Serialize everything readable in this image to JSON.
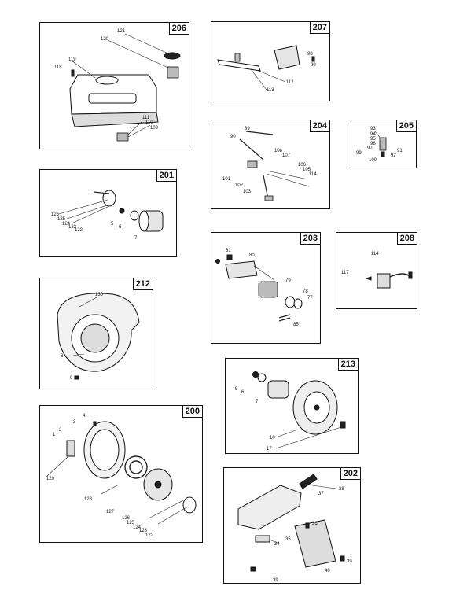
{
  "panels": {
    "p206": {
      "badge": "206",
      "labels": {
        "l121": "121",
        "l120": "120",
        "l119": "119",
        "l118": "118",
        "l111": "111",
        "l110": "110",
        "l109": "109"
      }
    },
    "p207": {
      "badge": "207",
      "labels": {
        "l98": "98",
        "l99": "99",
        "l112": "112",
        "l113": "113"
      }
    },
    "p204": {
      "badge": "204",
      "labels": {
        "l89": "89",
        "l90": "90",
        "l108": "108",
        "l107": "107",
        "l101": "101",
        "l102": "102",
        "l106": "106",
        "l105": "105",
        "l114": "114",
        "l103": "103"
      }
    },
    "p205": {
      "badge": "205",
      "labels": {
        "l93": "93",
        "l94": "94",
        "l95": "95",
        "l96": "96",
        "l97": "97",
        "l99": "99",
        "l91": "91",
        "l92": "92",
        "l100": "100"
      }
    },
    "p201": {
      "badge": "201",
      "labels": {
        "l126": "126",
        "l125": "125",
        "l124": "124",
        "l123": "123",
        "l122": "122",
        "l5": "5",
        "l6": "6",
        "l7": "7"
      }
    },
    "p203": {
      "badge": "203",
      "labels": {
        "l81": "81",
        "l80": "80",
        "l79": "79",
        "l78": "78",
        "l77": "77",
        "l85": "85"
      }
    },
    "p208": {
      "badge": "208",
      "labels": {
        "l114": "114",
        "l117": "117"
      }
    },
    "p212": {
      "badge": "212",
      "labels": {
        "l130": "130",
        "l8": "8",
        "l9": "9"
      }
    },
    "p213": {
      "badge": "213",
      "labels": {
        "l5": "5",
        "l6": "6",
        "l7": "7",
        "l10": "10",
        "l17": "17"
      }
    },
    "p200": {
      "badge": "200",
      "labels": {
        "l4": "4",
        "l3": "3",
        "l2": "2",
        "l1": "1",
        "l129": "129",
        "l128": "128",
        "l127": "127",
        "l126": "126",
        "l125": "125",
        "l124": "124",
        "l123": "123",
        "l122": "122"
      }
    },
    "p202": {
      "badge": "202",
      "labels": {
        "l37": "37",
        "l38": "38",
        "l36": "36",
        "l35": "35",
        "l34": "34",
        "l39a": "39",
        "l40": "40",
        "l39b": "39"
      }
    }
  }
}
